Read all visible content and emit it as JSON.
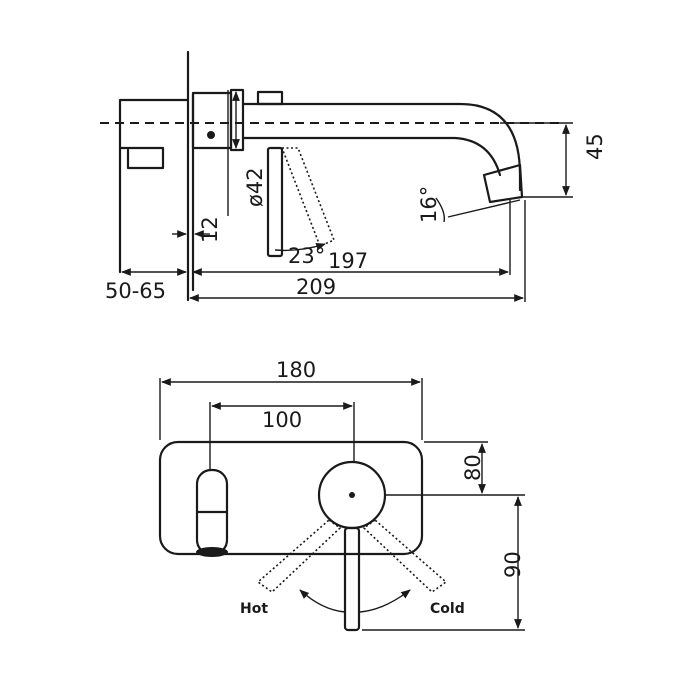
{
  "side_view": {
    "dim_wall_depth": "50-65",
    "dim_overall_length": "209",
    "dim_spout_reach": "197",
    "dim_body_diameter": "ø42",
    "dim_plate_thickness": "12",
    "dim_handle_angle": "23°",
    "dim_outlet_angle": "16°",
    "dim_drop": "45"
  },
  "top_view": {
    "dim_plate_width": "180",
    "dim_centers": "100",
    "dim_plate_height": "80",
    "dim_handle_reach": "90",
    "label_hot": "Hot",
    "label_cold": "Cold"
  },
  "colors": {
    "line": "#1a1a1a",
    "background": "#ffffff"
  }
}
